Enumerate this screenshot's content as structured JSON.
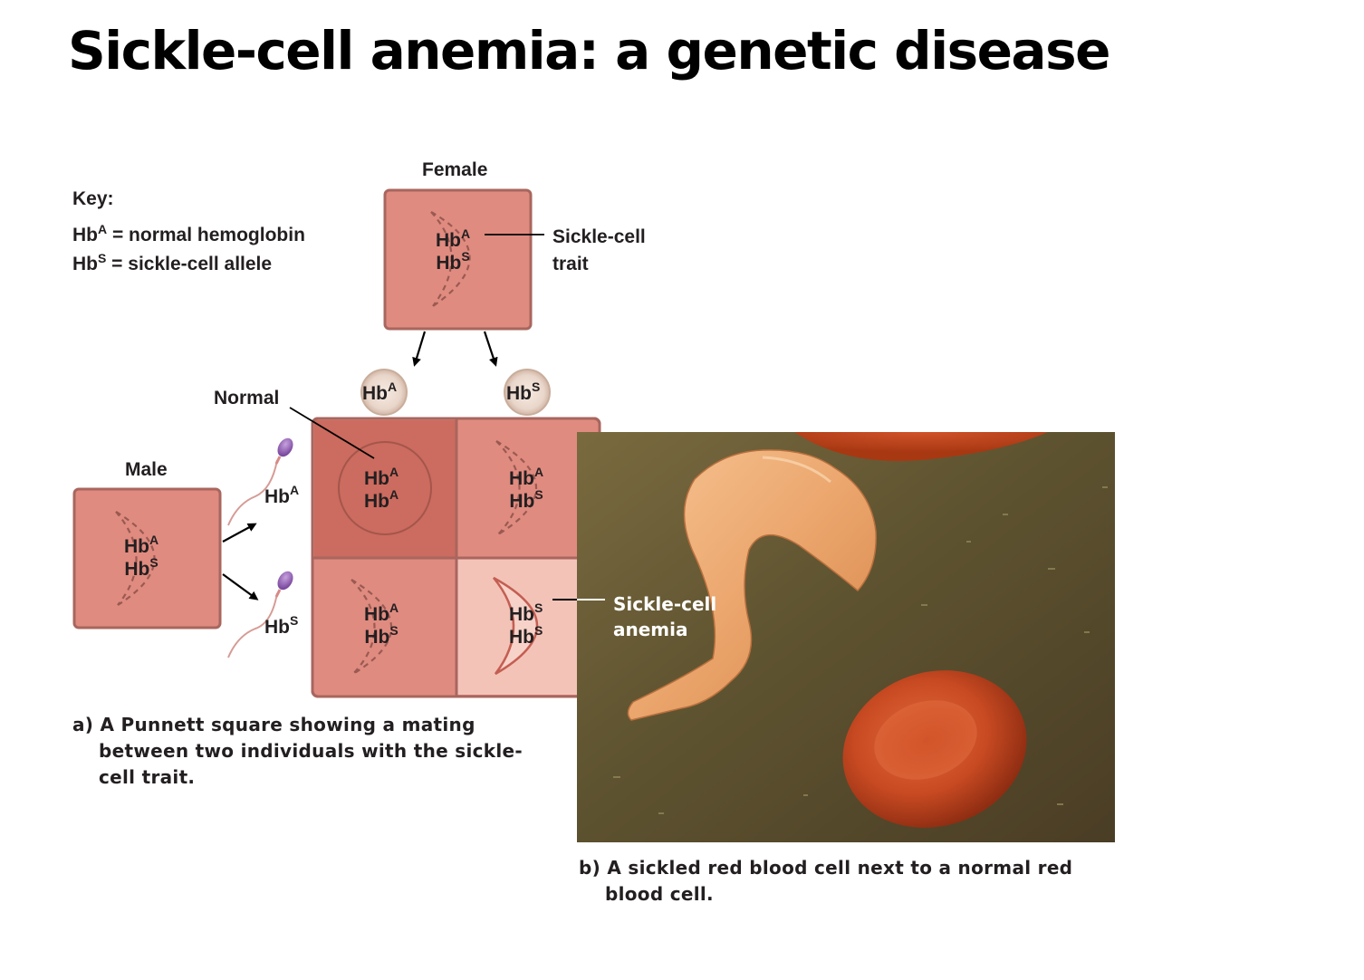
{
  "title": "Sickle-cell anemia: a genetic disease",
  "key": {
    "heading": "Key:",
    "items": [
      {
        "base": "Hb",
        "sup": "A",
        "text": " = normal hemoglobin"
      },
      {
        "base": "Hb",
        "sup": "S",
        "text": " = sickle-cell allele"
      }
    ]
  },
  "female": {
    "label": "Female",
    "alleles": [
      {
        "base": "Hb",
        "sup": "A"
      },
      {
        "base": "Hb",
        "sup": "S"
      }
    ],
    "callout_line1": "Sickle-cell",
    "callout_line2": "trait"
  },
  "male": {
    "label": "Male",
    "alleles": [
      {
        "base": "Hb",
        "sup": "A"
      },
      {
        "base": "Hb",
        "sup": "S"
      }
    ]
  },
  "gametes": {
    "egg_1": {
      "base": "Hb",
      "sup": "A"
    },
    "egg_2": {
      "base": "Hb",
      "sup": "S"
    },
    "sperm_1": {
      "base": "Hb",
      "sup": "A"
    },
    "sperm_2": {
      "base": "Hb",
      "sup": "S"
    }
  },
  "normal_label": "Normal",
  "punnett": {
    "cell_11": [
      {
        "base": "Hb",
        "sup": "A"
      },
      {
        "base": "Hb",
        "sup": "A"
      }
    ],
    "cell_12": [
      {
        "base": "Hb",
        "sup": "A"
      },
      {
        "base": "Hb",
        "sup": "S"
      }
    ],
    "cell_21": [
      {
        "base": "Hb",
        "sup": "A"
      },
      {
        "base": "Hb",
        "sup": "S"
      }
    ],
    "cell_22": [
      {
        "base": "Hb",
        "sup": "S"
      },
      {
        "base": "Hb",
        "sup": "S"
      }
    ]
  },
  "anemia_label_line1": "Sickle-cell",
  "anemia_label_line2": "anemia",
  "caption_a_line1": "a) A Punnett square showing a mating",
  "caption_a_line2": "between two individuals with the sickle-",
  "caption_a_line3": "cell trait.",
  "caption_b_line1": "b) A sickled red blood cell next to a normal red",
  "caption_b_line2": "blood cell.",
  "colors": {
    "square_fill": "#e08b80",
    "square_border": "#a8665e",
    "normal_cell_fill": "#cc6b5f",
    "anemia_cell_fill": "#f3c3b8",
    "egg_fill": "#e8d4c8",
    "sperm_head": "#9966b8"
  }
}
